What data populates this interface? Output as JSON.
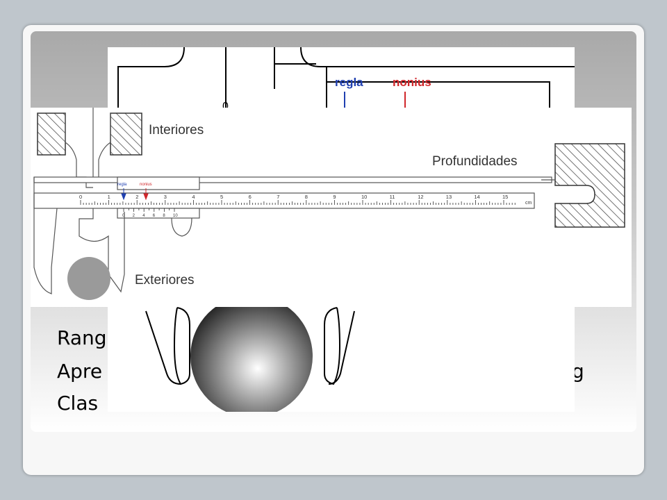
{
  "slide": {
    "body_lines": [
      "Rang",
      "Apre",
      "Clas"
    ],
    "body_trail": "g"
  },
  "zoom_diagram": {
    "label_ruler": "regla",
    "label_vernier": "nonius",
    "tick_zero": "0",
    "colors": {
      "ruler": "#1f3fb0",
      "vernier": "#d0262a"
    }
  },
  "caliper": {
    "label_inside": "Interiores",
    "label_depth": "Profundidades",
    "label_outside": "Exteriores",
    "label_ruler": "regla",
    "label_vernier": "nonius",
    "unit": "cm",
    "main_scale": [
      "0",
      "1",
      "2",
      "3",
      "4",
      "5",
      "6",
      "7",
      "8",
      "9",
      "10",
      "11",
      "12",
      "13",
      "14",
      "15"
    ],
    "vernier_scale": [
      "0",
      "2",
      "4",
      "6",
      "8",
      "10"
    ],
    "colors": {
      "ruler": "#1f3fb0",
      "vernier": "#d0262a",
      "sphere": "#9a9a9a"
    }
  }
}
